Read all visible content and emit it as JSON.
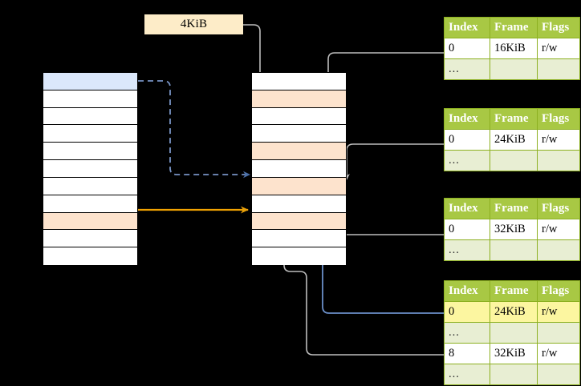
{
  "diagram": {
    "title": "page-table-translation-diagram",
    "colors": {
      "header_green": "#a8c844",
      "row_tint": "#e8eed3",
      "highlight_yellow": "#fcf6a0",
      "label_box": "#fdecc8",
      "row_blue": "#dbe8fb",
      "row_orange": "#fde3cd",
      "wire_gray": "#bdbdbd",
      "wire_blue": "#6b8fc9",
      "wire_orange": "#f0a202"
    },
    "label_box": {
      "text": "4KiB"
    },
    "left_column": {
      "name": "virtual-memory-column",
      "rows": [
        {
          "fill": "blue"
        },
        {
          "fill": "white"
        },
        {
          "fill": "white"
        },
        {
          "fill": "white"
        },
        {
          "fill": "white"
        },
        {
          "fill": "white"
        },
        {
          "fill": "white"
        },
        {
          "fill": "white"
        },
        {
          "fill": "orange"
        },
        {
          "fill": "white"
        },
        {
          "fill": "white"
        }
      ]
    },
    "middle_column": {
      "name": "physical-memory-column",
      "rows": [
        {
          "fill": "white"
        },
        {
          "fill": "orange"
        },
        {
          "fill": "white"
        },
        {
          "fill": "white"
        },
        {
          "fill": "orange"
        },
        {
          "fill": "white"
        },
        {
          "fill": "orange"
        },
        {
          "fill": "white"
        },
        {
          "fill": "orange"
        },
        {
          "fill": "white"
        },
        {
          "fill": "white"
        }
      ]
    },
    "tables": [
      {
        "name": "page-table-1",
        "headers": [
          "Index",
          "Frame",
          "Flags"
        ],
        "rows": [
          {
            "cells": [
              "0",
              "16KiB",
              "r/w"
            ],
            "style": "val",
            "highlight": [
              false,
              false,
              false
            ]
          },
          {
            "cells": [
              "...",
              "",
              ""
            ],
            "style": "dots",
            "highlight": [
              false,
              false,
              false
            ]
          }
        ]
      },
      {
        "name": "page-table-2",
        "headers": [
          "Index",
          "Frame",
          "Flags"
        ],
        "rows": [
          {
            "cells": [
              "0",
              "24KiB",
              "r/w"
            ],
            "style": "val",
            "highlight": [
              false,
              false,
              false
            ]
          },
          {
            "cells": [
              "...",
              "",
              ""
            ],
            "style": "dots",
            "highlight": [
              false,
              false,
              false
            ]
          }
        ]
      },
      {
        "name": "page-table-3",
        "headers": [
          "Index",
          "Frame",
          "Flags"
        ],
        "rows": [
          {
            "cells": [
              "0",
              "32KiB",
              "r/w"
            ],
            "style": "val",
            "highlight": [
              false,
              false,
              false
            ]
          },
          {
            "cells": [
              "...",
              "",
              ""
            ],
            "style": "dots",
            "highlight": [
              false,
              false,
              false
            ]
          }
        ]
      },
      {
        "name": "page-table-4",
        "headers": [
          "Index",
          "Frame",
          "Flags"
        ],
        "rows": [
          {
            "cells": [
              "0",
              "24KiB",
              "r/w"
            ],
            "style": "val",
            "highlight": [
              true,
              true,
              true
            ]
          },
          {
            "cells": [
              "...",
              "",
              ""
            ],
            "style": "dots",
            "highlight": [
              false,
              false,
              false
            ]
          },
          {
            "cells": [
              "8",
              "32KiB",
              "r/w"
            ],
            "style": "val",
            "highlight": [
              false,
              false,
              false
            ]
          },
          {
            "cells": [
              "...",
              "",
              ""
            ],
            "style": "dots",
            "highlight": [
              false,
              false,
              false
            ]
          }
        ]
      }
    ]
  }
}
